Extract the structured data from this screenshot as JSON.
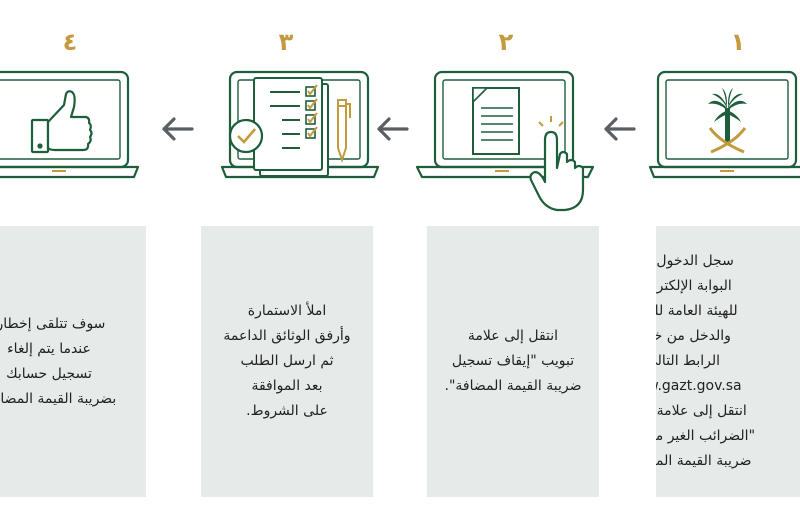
{
  "steps": [
    {
      "number": "٤",
      "lines": [
        "سوف تتلقى إخطاراً",
        "عندما يتم إلغاء",
        "تسجيل حسابك",
        "بضريبة القيمة المضافة."
      ]
    },
    {
      "number": "٣",
      "lines": [
        "املأ الاستمارة",
        "وأرفق الوثائق الداعمة",
        "ثم ارسل الطلب",
        "بعد الموافقة",
        "على الشروط."
      ]
    },
    {
      "number": "٢",
      "lines": [
        "انتقل إلى علامة",
        "تبويب \"إيقاف تسجيل",
        "ضريبة القيمة المضافة\"."
      ]
    },
    {
      "number": "١",
      "lines": [
        "سجل الدخول إلى",
        "البوابة الإلكترونية",
        "للهيئة العامة للزكاة",
        "والدخل من خلال",
        "الرابط التالي",
        "www.gazt.gov.sa",
        "انتقل إلى علامة تبويب",
        "\"الضرائب الغير مباشرة -",
        "ضريبة القيمة المضافة\"."
      ]
    }
  ],
  "icons": [
    "thumbs-up-icon",
    "checklist-icon",
    "document-click-icon",
    "saudi-emblem-icon"
  ],
  "colors": {
    "primary": "#1f5e3b",
    "gold": "#c39a3e",
    "panel": "#e6ebea",
    "arrow": "#5a5f63"
  }
}
